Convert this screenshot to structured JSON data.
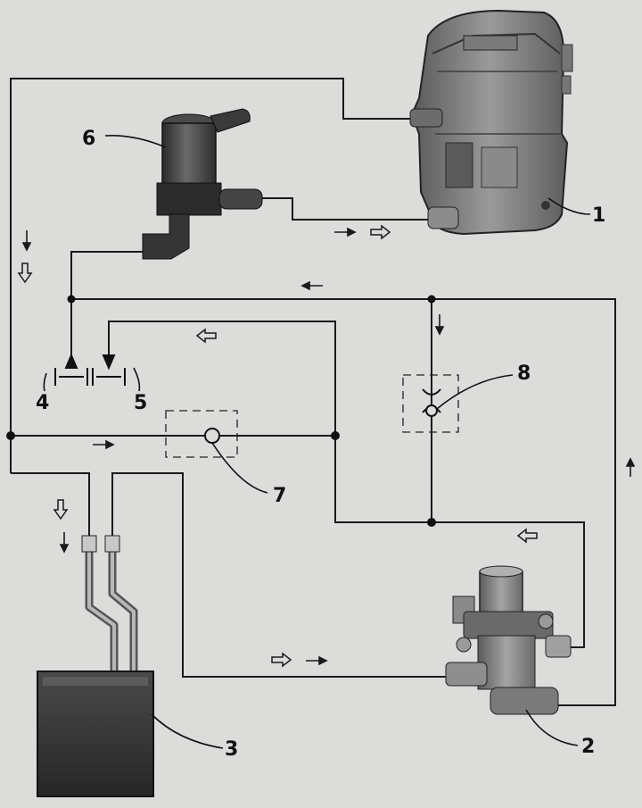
{
  "labels": {
    "heater": "1",
    "valve": "2",
    "radiator": "3",
    "port_out": "4",
    "port_in": "5",
    "pump": "6",
    "tee_junction": "7",
    "restrictor": "8"
  },
  "colors": {
    "background": "#dcdcda",
    "line": "#1a1a1a",
    "component_dark": "#3a3a3a",
    "component_mid": "#6e6e6e",
    "component_light": "#9a9a9a"
  },
  "icons": {
    "flow_direction": "arrow",
    "coolant_direction": "hollow-arrow"
  }
}
